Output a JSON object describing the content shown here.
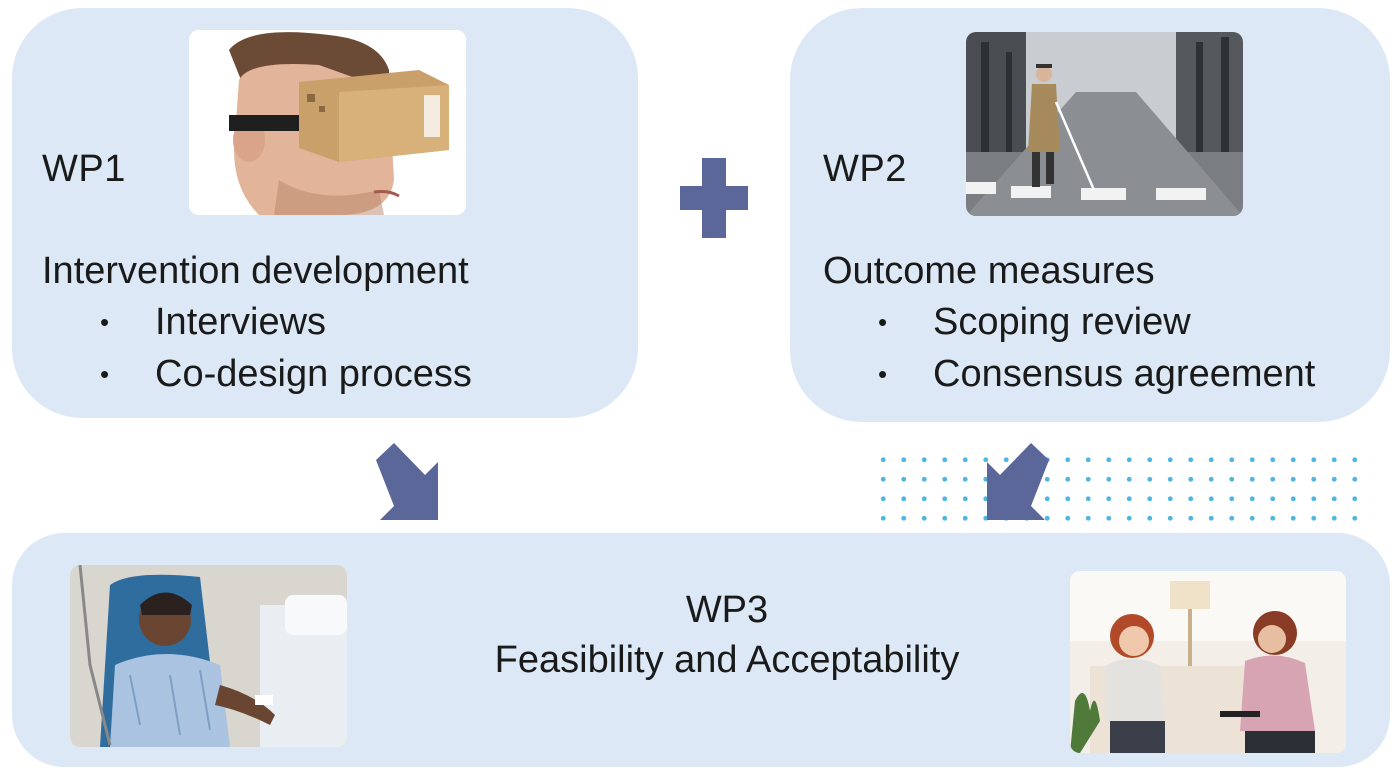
{
  "wp1": {
    "label": "WP1",
    "heading": "Intervention development",
    "bullets": [
      "Interviews",
      "Co-design process"
    ]
  },
  "wp2": {
    "label": "WP2",
    "heading": "Outcome measures",
    "bullets": [
      "Scoping review",
      "Consensus agreement"
    ]
  },
  "wp3": {
    "label": "WP3",
    "title": "Feasibility and Acceptability"
  },
  "bullet_char": "•",
  "icons": {
    "plus": "plus-icon",
    "arrow_wp1": "arrow-down-right-icon",
    "arrow_wp2": "arrow-down-left-icon"
  },
  "colors": {
    "box_fill": "#dce8f5",
    "arrow": "#5b6699",
    "dots": "#4fb6e4",
    "text": "#1a1a1a"
  }
}
